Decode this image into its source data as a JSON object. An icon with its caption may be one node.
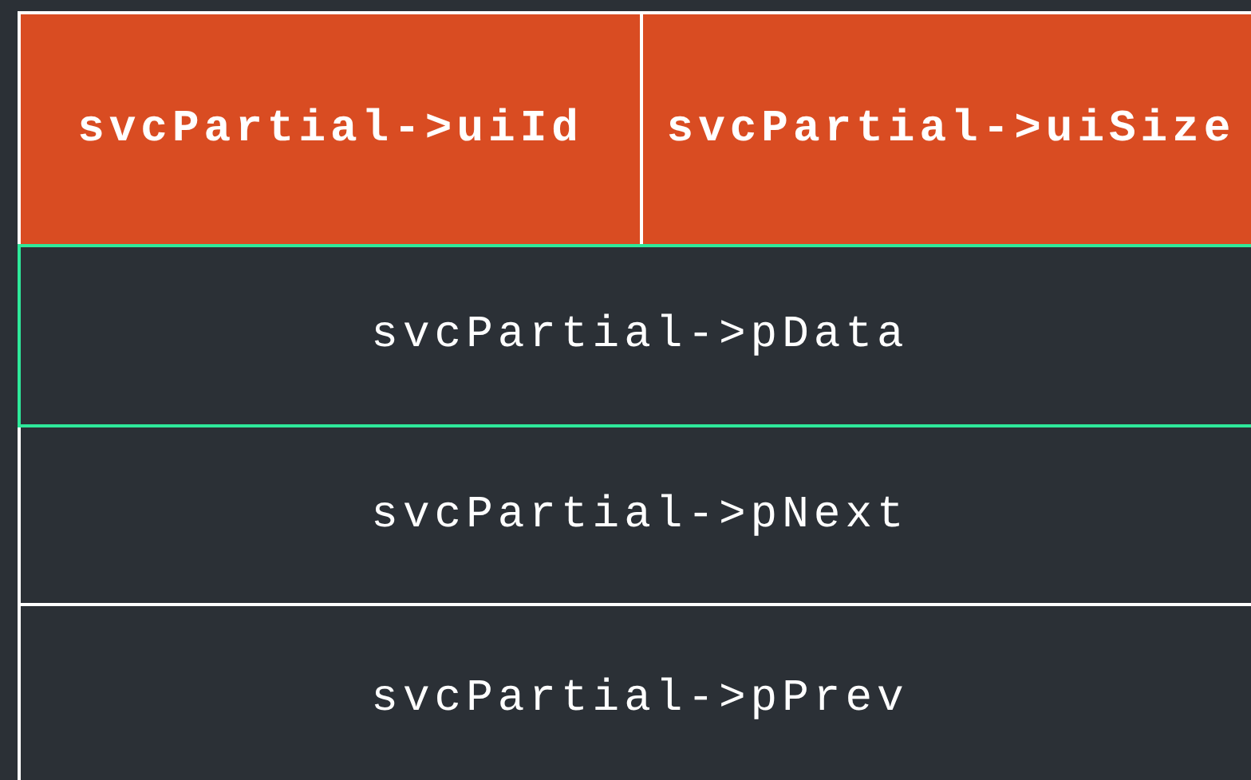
{
  "diagram": {
    "nodes": [
      {
        "text": [
          "svcPartial->uiId"
        ]
      },
      {
        "text": [
          "svcPartial->uiSize"
        ]
      },
      {
        "text": [
          "svcPartial->pData"
        ]
      },
      {
        "text": [
          "svcPartial->pNext"
        ]
      },
      {
        "text": [
          "svcPartial->pPrev"
        ]
      }
    ]
  }
}
